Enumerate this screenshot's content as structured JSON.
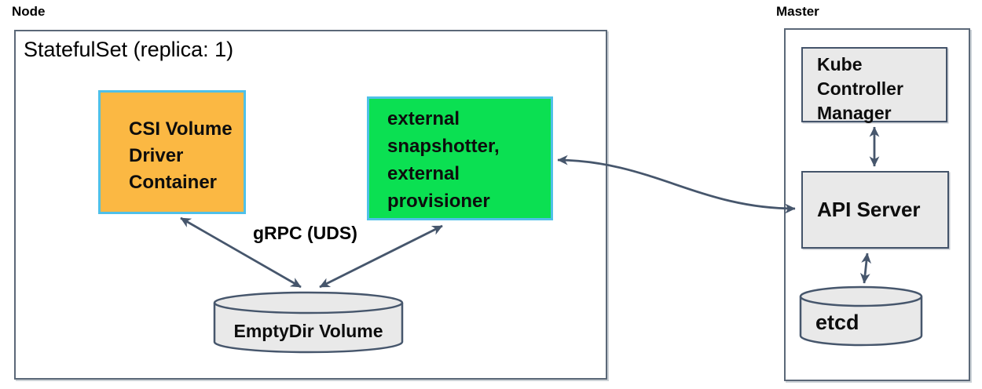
{
  "diagram_type": "architecture-diagram",
  "node": {
    "label": "Node",
    "statefulset_label": "StatefulSet (replica: 1)",
    "csi_box": {
      "lines": [
        "CSI Volume",
        "Driver",
        "Container"
      ]
    },
    "sidecar_box": {
      "lines": [
        "external",
        "snapshotter,",
        "external",
        "provisioner"
      ]
    },
    "grpc_label": "gRPC (UDS)",
    "emptydir_label": "EmptyDir Volume"
  },
  "master": {
    "label": "Master",
    "kcm_box": {
      "lines": [
        "Kube",
        "Controller",
        "Manager"
      ]
    },
    "api_server_label": "API Server",
    "etcd_label": "etcd"
  },
  "connections": [
    {
      "from": "csi-volume-driver-box",
      "to": "emptydir-volume",
      "style": "double-arrow",
      "label": "gRPC (UDS)"
    },
    {
      "from": "sidecar-box",
      "to": "emptydir-volume",
      "style": "double-arrow",
      "label": "gRPC (UDS)"
    },
    {
      "from": "sidecar-box",
      "to": "api-server",
      "style": "double-arrow-curved",
      "label": ""
    },
    {
      "from": "kube-controller-manager",
      "to": "api-server",
      "style": "double-arrow",
      "label": ""
    },
    {
      "from": "api-server",
      "to": "etcd",
      "style": "double-arrow",
      "label": ""
    }
  ],
  "colors": {
    "csi_box_fill": "#fbb843",
    "sidecar_box_fill": "#0be052",
    "colored_box_border": "#4fc0e8",
    "gray_box_fill": "#e9e9e9",
    "gray_box_border": "#44546a",
    "boundary_border": "#5b6878",
    "arrow": "#46566c",
    "text": "#0d0d0d"
  }
}
